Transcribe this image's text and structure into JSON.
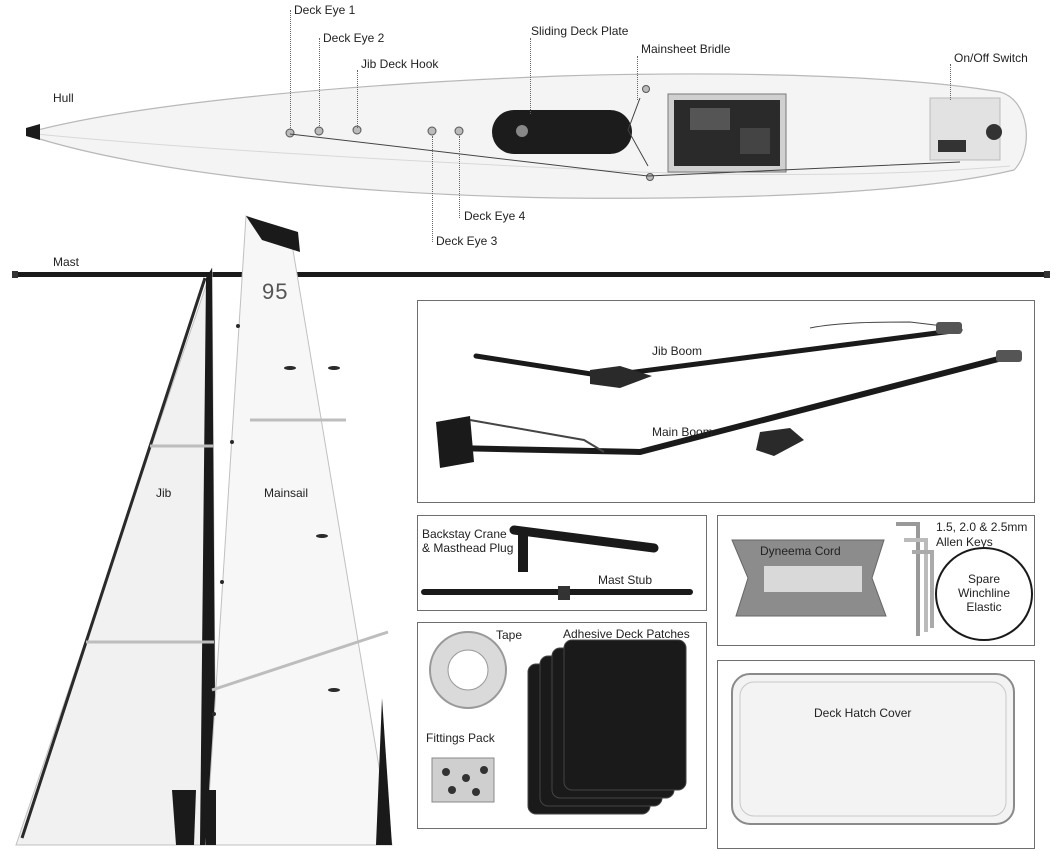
{
  "labels": {
    "hull": "Hull",
    "deck_eye_1": "Deck Eye 1",
    "deck_eye_2": "Deck Eye 2",
    "jib_deck_hook": "Jib Deck Hook",
    "sliding_deck_plate": "Sliding Deck Plate",
    "mainsheet_bridle": "Mainsheet Bridle",
    "on_off_switch": "On/Off Switch",
    "deck_eye_4": "Deck Eye 4",
    "deck_eye_3": "Deck Eye 3",
    "mast": "Mast",
    "jib": "Jib",
    "mainsail": "Mainsail",
    "sail_number": "95",
    "jib_boom": "Jib Boom",
    "main_boom": "Main Boom",
    "backstay_crane_line1": "Backstay Crane",
    "backstay_crane_line2": "& Masthead Plug",
    "mast_stub": "Mast Stub",
    "dyneema_cord": "Dyneema Cord",
    "allen_sizes": "1.5, 2.0 & 2.5mm",
    "allen_keys": "Allen Keys",
    "spare_line1": "Spare",
    "spare_line2": "Winchline",
    "spare_line3": "Elastic",
    "tape": "Tape",
    "adhesive_deck_patches": "Adhesive Deck Patches",
    "fittings_pack": "Fittings Pack",
    "deck_hatch_cover": "Deck Hatch Cover"
  },
  "colors": {
    "panel_border": "#6e6e6e",
    "panel_fill": "#ededed",
    "carbon": "#1a1a1a",
    "hull_fill": "#f4f4f4"
  }
}
